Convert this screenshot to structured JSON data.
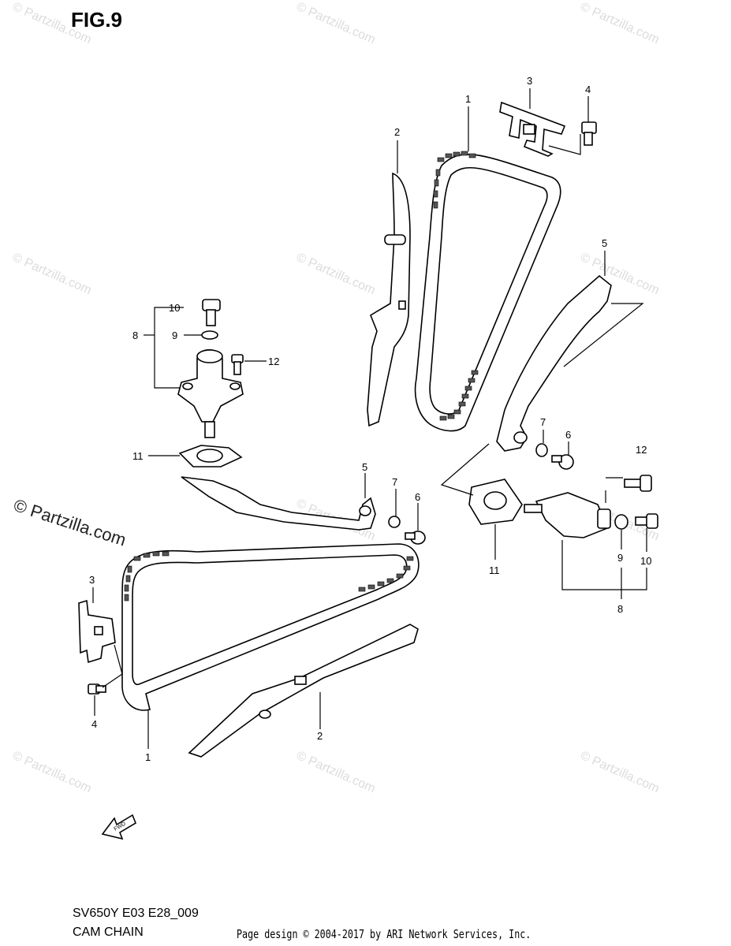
{
  "figure": {
    "title": "FIG.9",
    "model_code": "SV650Y E03 E28_009",
    "section_name": "CAM CHAIN",
    "copyright": "Page design © 2004-2017 by ARI Network Services, Inc.",
    "brand_watermark": "© Partzilla.com",
    "light_watermark": "© Partzilla.com",
    "fwd_label": "FWD"
  },
  "callouts": {
    "c1_top": "1",
    "c2_top": "2",
    "c3_top": "3",
    "c4_top": "4",
    "c5_right": "5",
    "c7_right": "7",
    "c6_right": "6",
    "c12_right": "12",
    "c11_right": "11",
    "c9_right": "9",
    "c10_right": "10",
    "c8_right": "8",
    "c10_left": "10",
    "c9_left": "9",
    "c8_left": "8",
    "c12_left": "12",
    "c11_left": "11",
    "c5_left": "5",
    "c7_left": "7",
    "c6_left": "6",
    "c3_left": "3",
    "c4_left": "4",
    "c1_bottom": "1",
    "c2_bottom": "2"
  }
}
